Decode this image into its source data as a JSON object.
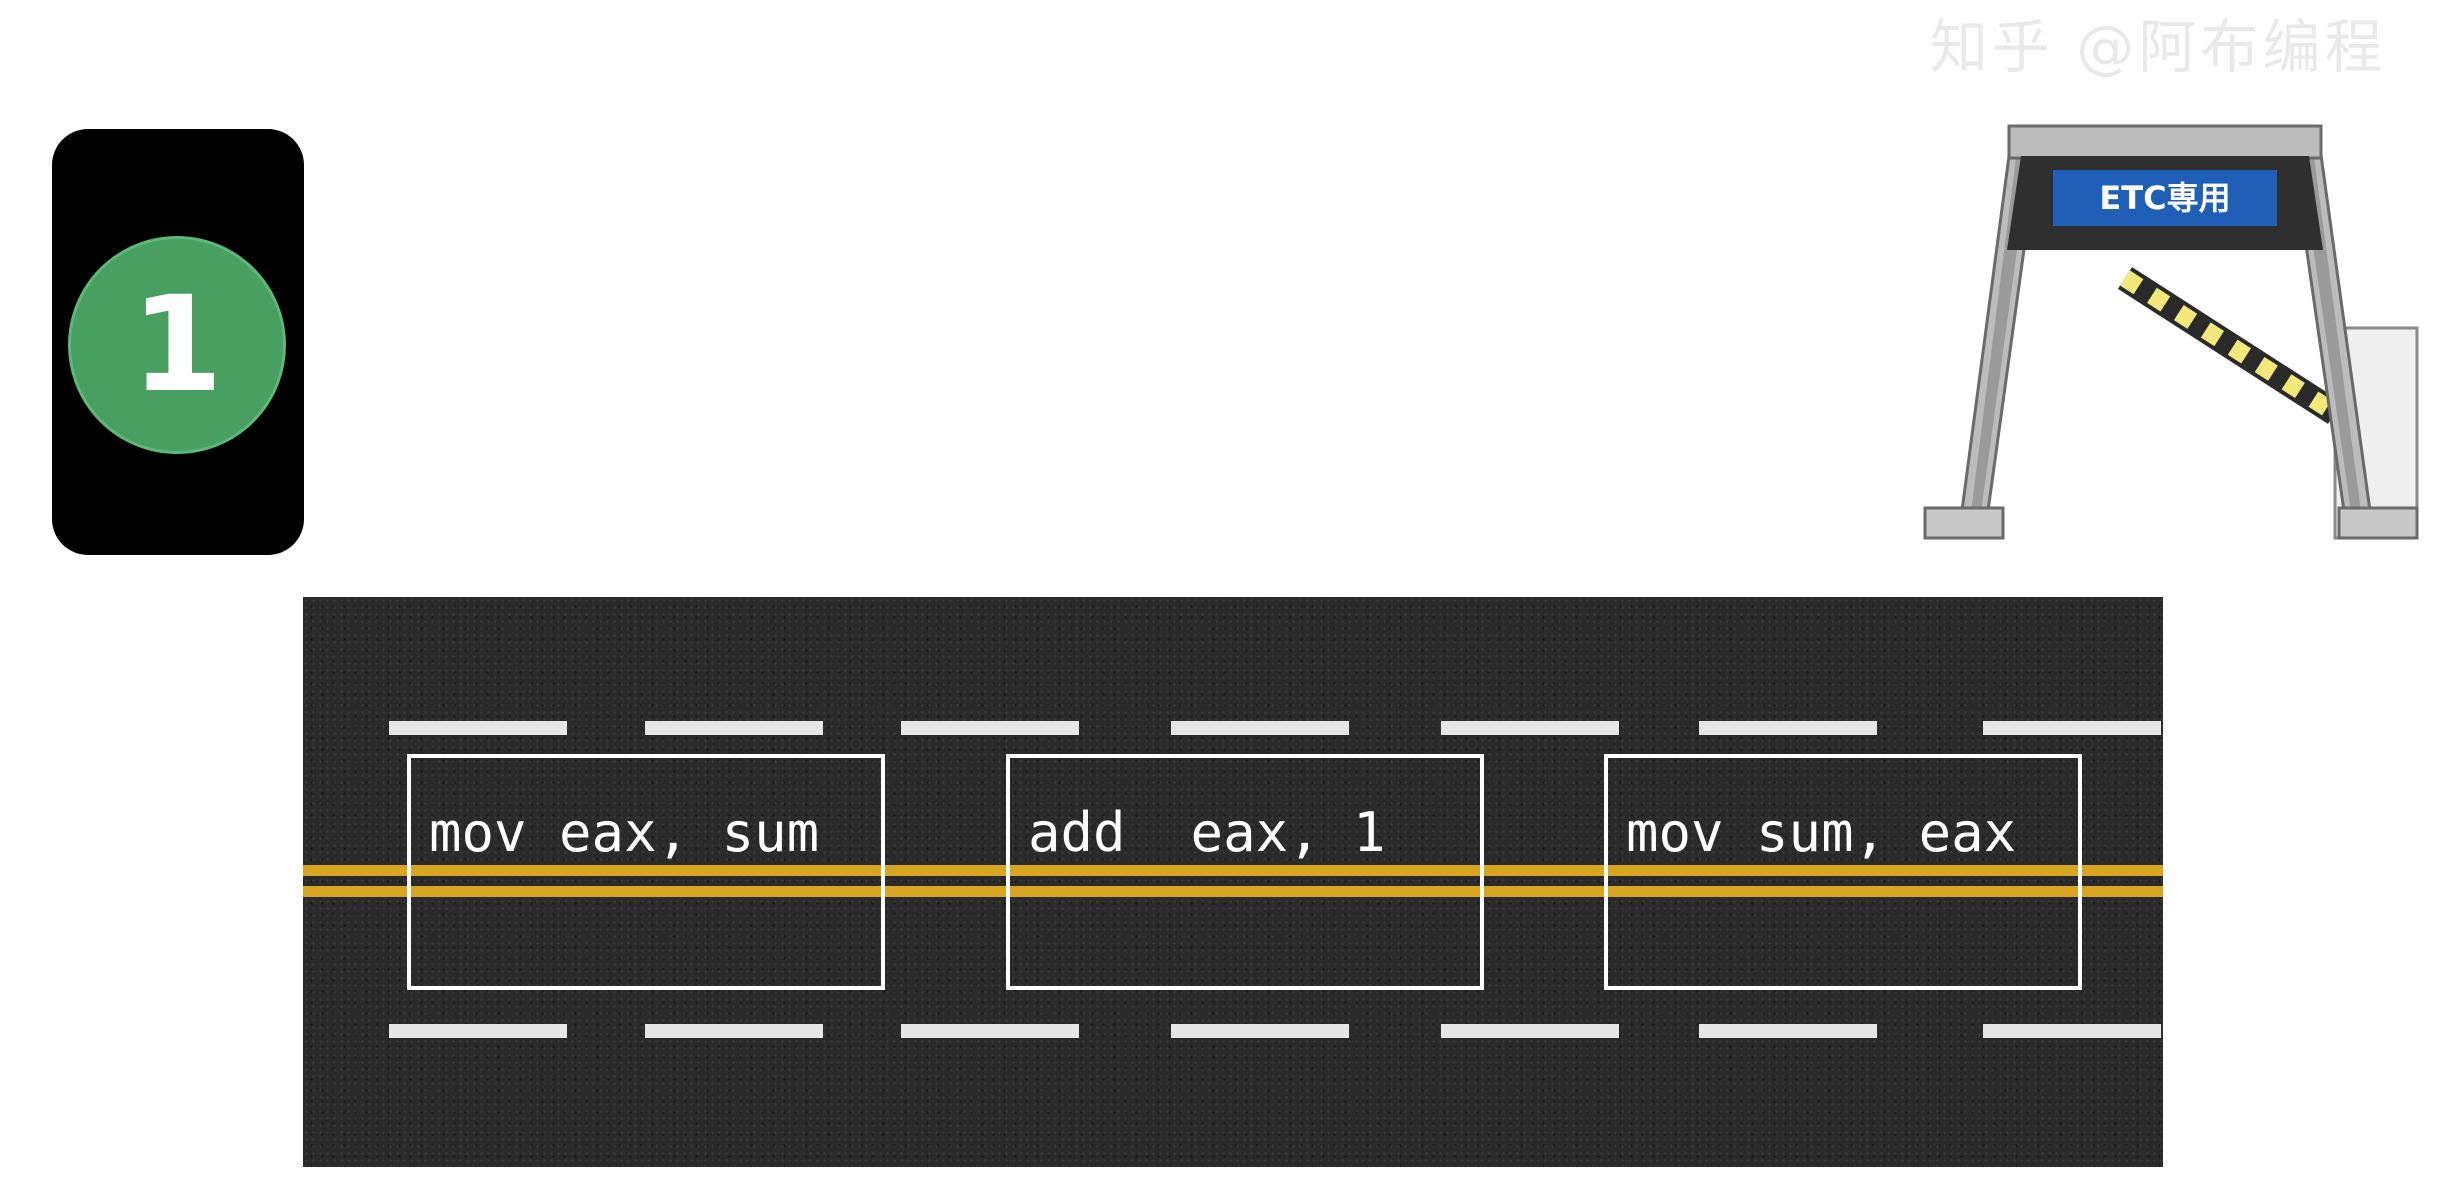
{
  "watermark": "知乎 @阿布编程",
  "step_badge": {
    "number": "1",
    "color": "#48a060"
  },
  "toll_gate": {
    "sign_text": "ETC専用",
    "sign_color": "#1f5fb8"
  },
  "road": {
    "instructions": [
      {
        "text": "mov eax, sum"
      },
      {
        "text": "add  eax, 1"
      },
      {
        "text": "mov sum, eax"
      }
    ]
  }
}
